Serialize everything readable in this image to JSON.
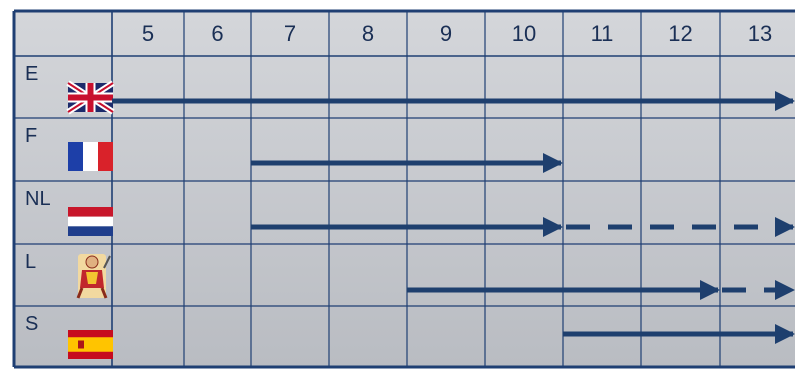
{
  "chart_data": {
    "type": "timeline-grid",
    "columns": [
      "5",
      "6",
      "7",
      "8",
      "9",
      "10",
      "11",
      "12",
      "13"
    ],
    "rows": [
      {
        "label": "E",
        "flag": "uk-flag-icon",
        "segments": [
          {
            "start": 5,
            "end": 13,
            "style": "solid"
          }
        ]
      },
      {
        "label": "F",
        "flag": "france-flag-icon",
        "segments": [
          {
            "start": 7,
            "end": 10,
            "style": "solid"
          }
        ]
      },
      {
        "label": "NL",
        "flag": "netherlands-flag-icon",
        "segments": [
          {
            "start": 7,
            "end": 10,
            "style": "solid"
          },
          {
            "start": 10,
            "end": 13,
            "style": "dashed"
          }
        ]
      },
      {
        "label": "L",
        "flag": "luxembourg-emblem-icon",
        "segments": [
          {
            "start": 9,
            "end": 12,
            "style": "solid"
          },
          {
            "start": 12,
            "end": 13,
            "style": "dashed"
          }
        ]
      },
      {
        "label": "S",
        "flag": "spain-flag-icon",
        "segments": [
          {
            "start": 11,
            "end": 13,
            "style": "solid"
          }
        ]
      }
    ],
    "colors": {
      "grid": "#1f3f73",
      "arrow": "#1e3f6e",
      "background": "#c5c7cc",
      "text": "#1a2f55"
    }
  }
}
